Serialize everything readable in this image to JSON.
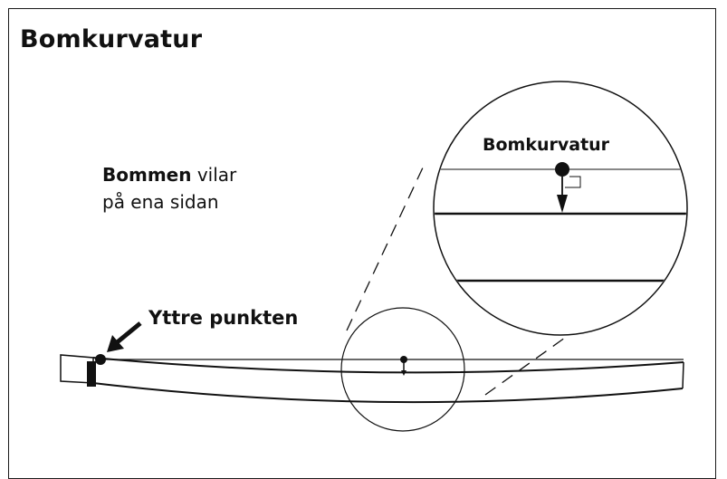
{
  "title": "Bomkurvatur",
  "note": {
    "bold": "Bommen",
    "rest_line1": " vilar",
    "line2": "på ena sidan"
  },
  "labels": {
    "outer_point": "Yttre punkten",
    "zoom_label": "Bomkurvatur"
  },
  "colors": {
    "ink": "#111111",
    "background": "#ffffff"
  }
}
